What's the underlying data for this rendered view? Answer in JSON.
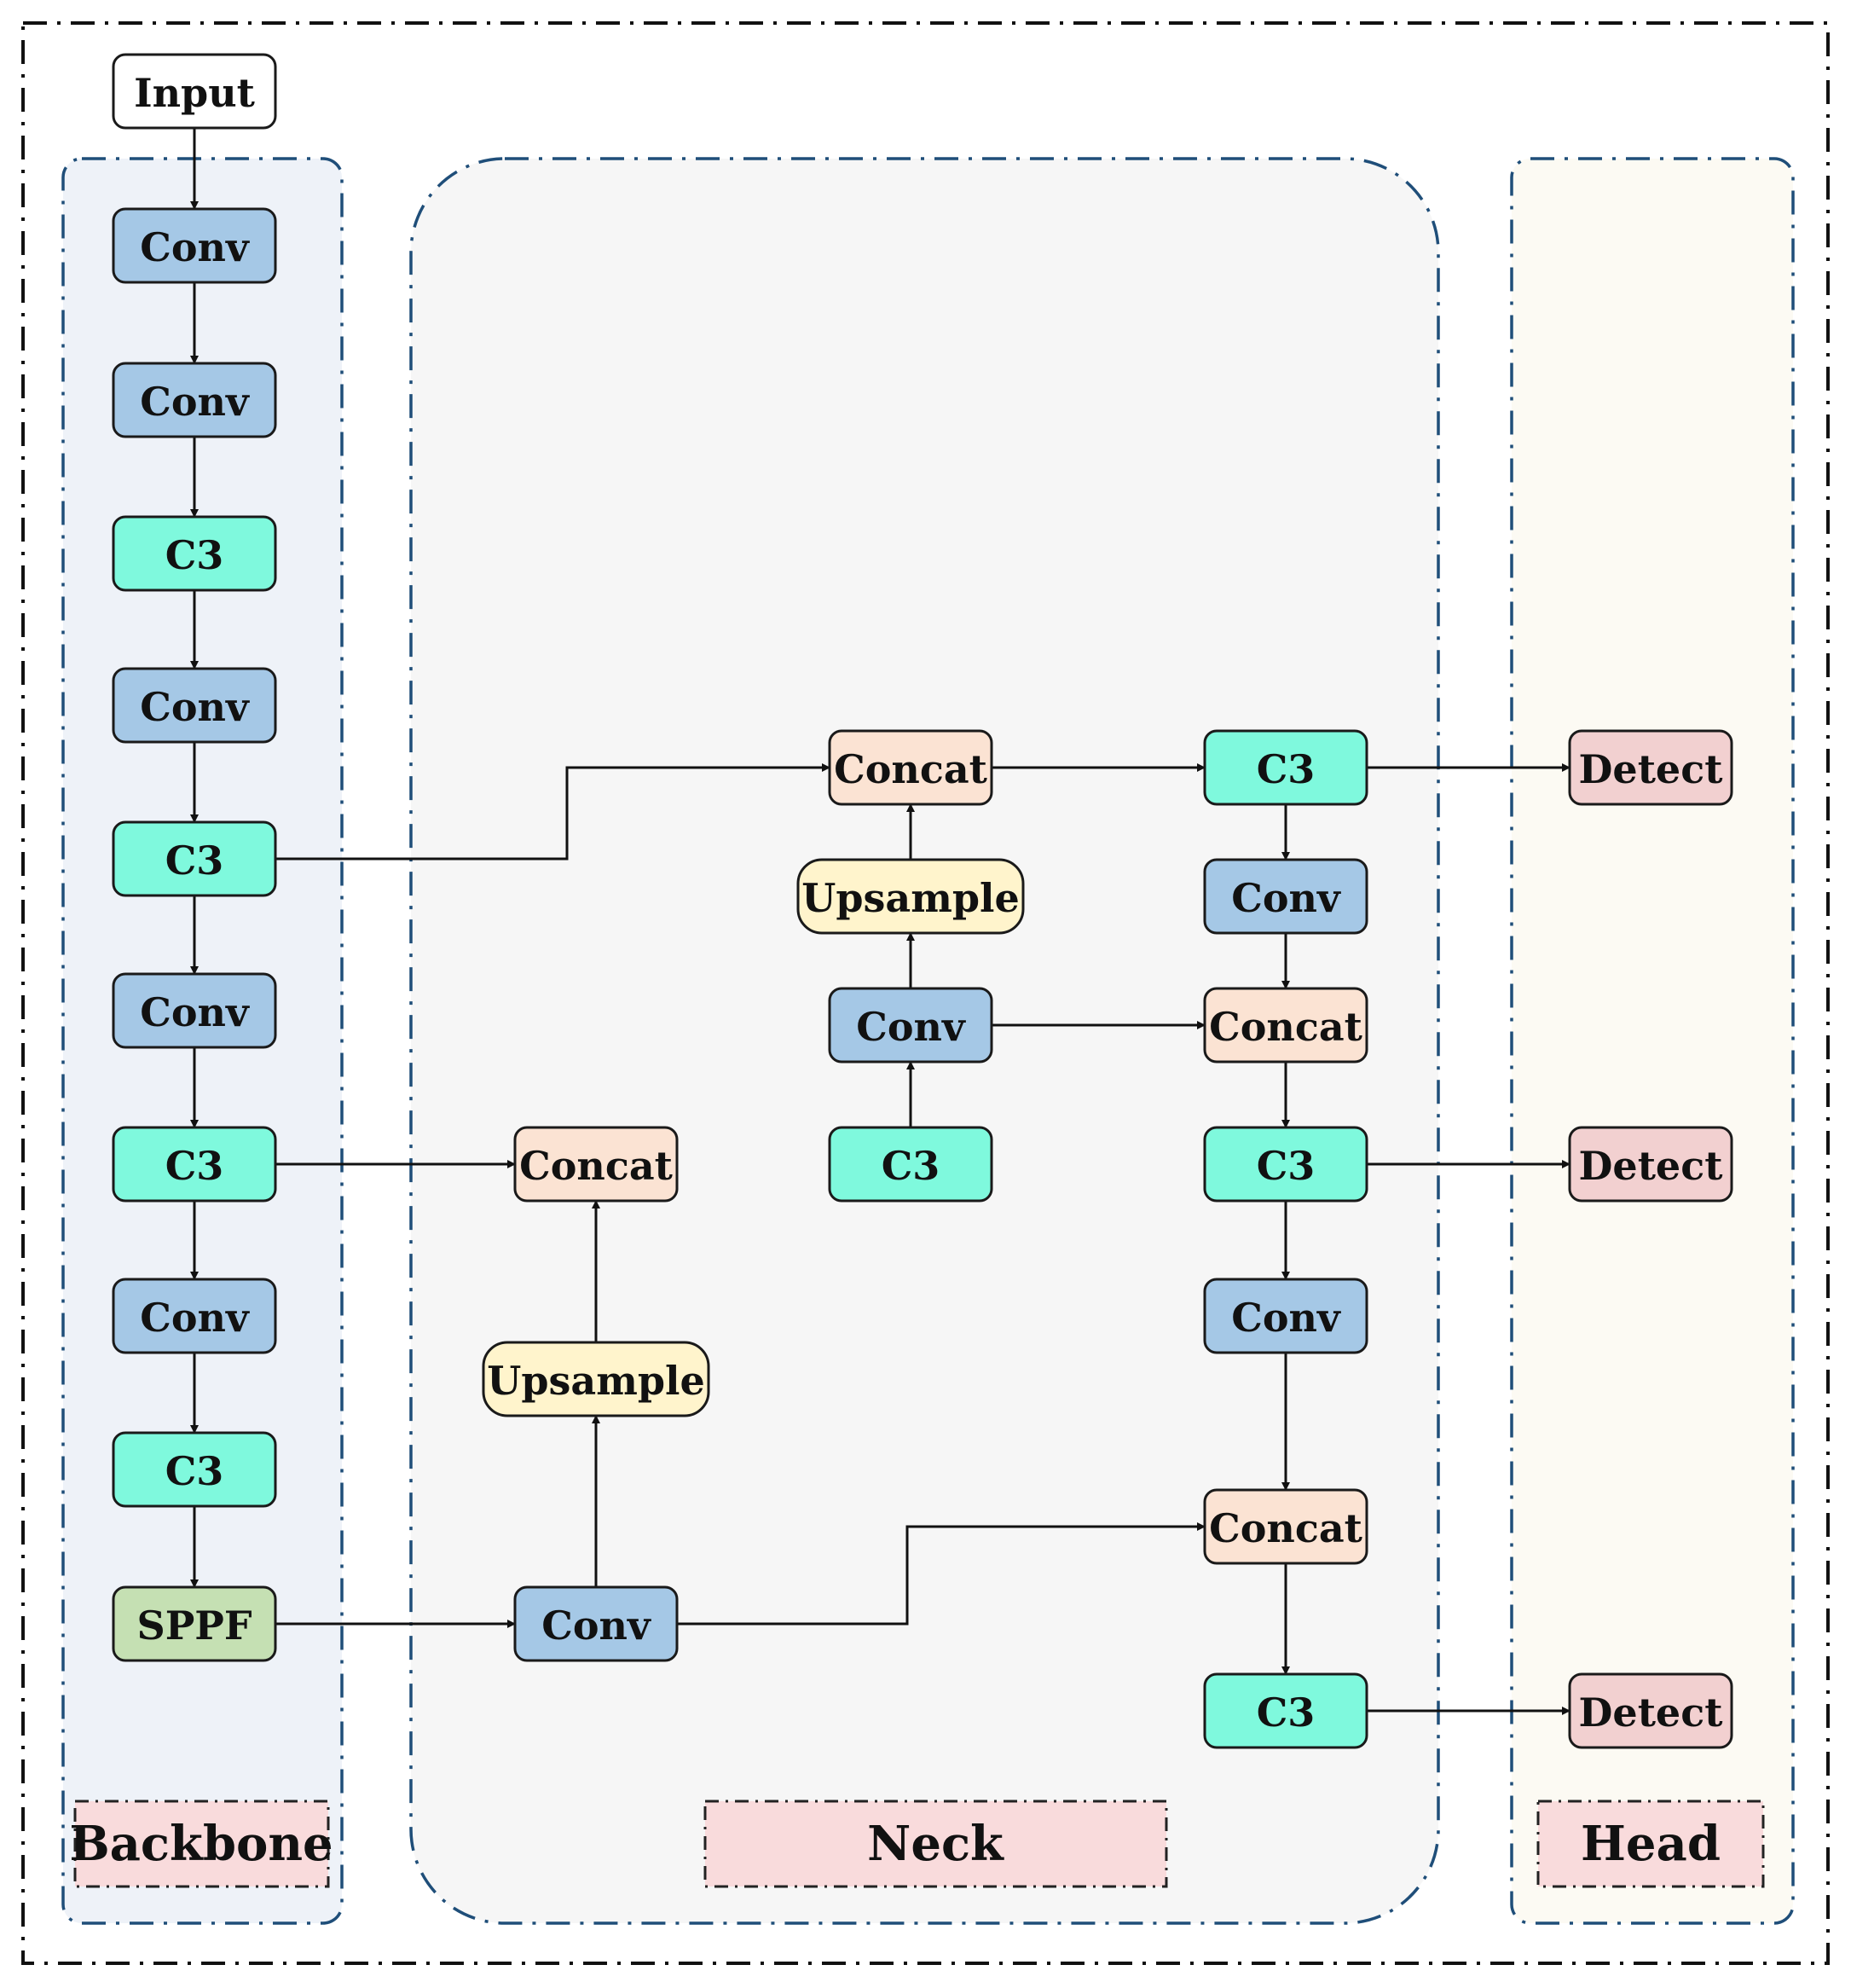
{
  "section_labels": {
    "backbone": "Backbone",
    "neck": "Neck",
    "head": "Head"
  },
  "node_types": {
    "input": {
      "label": "Input",
      "color": "#ffffff"
    },
    "conv": {
      "label": "Conv",
      "color": "#a5c8e6"
    },
    "c3": {
      "label": "C3",
      "color": "#7ff9dd"
    },
    "concat": {
      "label": "Concat",
      "color": "#fbe3d3"
    },
    "upsample": {
      "label": "Upsample",
      "color": "#fff4cc"
    },
    "sppf": {
      "label": "SPPF",
      "color": "#c5e0b3"
    },
    "detect": {
      "label": "Detect",
      "color": "#f2d0d0"
    }
  },
  "colors": {
    "backbone_bg": "#eef2f8",
    "neck_bg": "#f6f6f6",
    "head_bg": "#fcfaf3",
    "section_border": "#1f4e79",
    "label_bg": "#f9dbdc"
  },
  "nodes": [
    {
      "id": "input",
      "type": "input",
      "label": "Input"
    },
    {
      "id": "b_conv1",
      "type": "conv",
      "label": "Conv"
    },
    {
      "id": "b_conv2",
      "type": "conv",
      "label": "Conv"
    },
    {
      "id": "b_c3_1",
      "type": "c3",
      "label": "C3"
    },
    {
      "id": "b_conv3",
      "type": "conv",
      "label": "Conv"
    },
    {
      "id": "b_c3_2",
      "type": "c3",
      "label": "C3"
    },
    {
      "id": "b_conv4",
      "type": "conv",
      "label": "Conv"
    },
    {
      "id": "b_c3_3",
      "type": "c3",
      "label": "C3"
    },
    {
      "id": "b_conv5",
      "type": "conv",
      "label": "Conv"
    },
    {
      "id": "b_c3_4",
      "type": "c3",
      "label": "C3"
    },
    {
      "id": "b_sppf",
      "type": "sppf",
      "label": "SPPF"
    },
    {
      "id": "n_conv_a",
      "type": "conv",
      "label": "Conv"
    },
    {
      "id": "n_upsample_a",
      "type": "upsample",
      "label": "Upsample"
    },
    {
      "id": "n_concat_a",
      "type": "concat",
      "label": "Concat"
    },
    {
      "id": "n_c3_a",
      "type": "c3",
      "label": "C3"
    },
    {
      "id": "n_conv_b",
      "type": "conv",
      "label": "Conv"
    },
    {
      "id": "n_upsample_b",
      "type": "upsample",
      "label": "Upsample"
    },
    {
      "id": "n_concat_b",
      "type": "concat",
      "label": "Concat"
    },
    {
      "id": "n_c3_out1",
      "type": "c3",
      "label": "C3"
    },
    {
      "id": "n_conv_c",
      "type": "conv",
      "label": "Conv"
    },
    {
      "id": "n_concat_c",
      "type": "concat",
      "label": "Concat"
    },
    {
      "id": "n_c3_out2",
      "type": "c3",
      "label": "C3"
    },
    {
      "id": "n_conv_d",
      "type": "conv",
      "label": "Conv"
    },
    {
      "id": "n_concat_d",
      "type": "concat",
      "label": "Concat"
    },
    {
      "id": "n_c3_out3",
      "type": "c3",
      "label": "C3"
    },
    {
      "id": "h_detect1",
      "type": "detect",
      "label": "Detect"
    },
    {
      "id": "h_detect2",
      "type": "detect",
      "label": "Detect"
    },
    {
      "id": "h_detect3",
      "type": "detect",
      "label": "Detect"
    }
  ],
  "edges": [
    [
      "input",
      "b_conv1"
    ],
    [
      "b_conv1",
      "b_conv2"
    ],
    [
      "b_conv2",
      "b_c3_1"
    ],
    [
      "b_c3_1",
      "b_conv3"
    ],
    [
      "b_conv3",
      "b_c3_2"
    ],
    [
      "b_c3_2",
      "b_conv4"
    ],
    [
      "b_conv4",
      "b_c3_3"
    ],
    [
      "b_c3_3",
      "b_conv5"
    ],
    [
      "b_conv5",
      "b_c3_4"
    ],
    [
      "b_c3_4",
      "b_sppf"
    ],
    [
      "b_sppf",
      "n_conv_a"
    ],
    [
      "n_conv_a",
      "n_upsample_a"
    ],
    [
      "n_upsample_a",
      "n_concat_a"
    ],
    [
      "b_c3_3",
      "n_concat_a"
    ],
    [
      "n_c3_a",
      "n_conv_b"
    ],
    [
      "n_conv_b",
      "n_upsample_b"
    ],
    [
      "n_upsample_b",
      "n_concat_b"
    ],
    [
      "b_c3_2",
      "n_concat_b"
    ],
    [
      "n_concat_b",
      "n_c3_out1"
    ],
    [
      "n_c3_out1",
      "n_conv_c"
    ],
    [
      "n_conv_c",
      "n_concat_c"
    ],
    [
      "n_conv_b",
      "n_concat_c"
    ],
    [
      "n_concat_c",
      "n_c3_out2"
    ],
    [
      "n_c3_out2",
      "n_conv_d"
    ],
    [
      "n_conv_d",
      "n_concat_d"
    ],
    [
      "n_conv_a",
      "n_concat_d"
    ],
    [
      "n_concat_d",
      "n_c3_out3"
    ],
    [
      "n_c3_out1",
      "h_detect1"
    ],
    [
      "n_c3_out2",
      "h_detect2"
    ],
    [
      "n_c3_out3",
      "h_detect3"
    ]
  ]
}
